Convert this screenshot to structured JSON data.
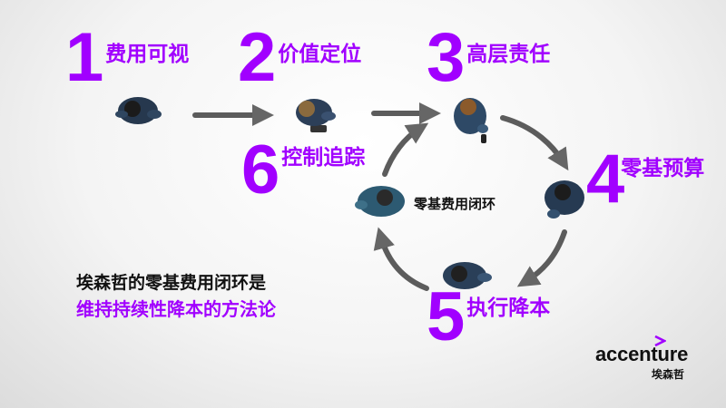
{
  "steps": [
    {
      "num": "1",
      "label": "费用可视"
    },
    {
      "num": "2",
      "label": "价值定位"
    },
    {
      "num": "3",
      "label": "高层责任"
    },
    {
      "num": "4",
      "label": "零基预算"
    },
    {
      "num": "5",
      "label": "执行降本"
    },
    {
      "num": "6",
      "label": "控制追踪"
    }
  ],
  "loop_label": "零基费用闭环",
  "tagline": {
    "line1": "埃森哲的零基费用闭环是",
    "line2": "维持持续性降本的方法论"
  },
  "brand": {
    "name": "accenture",
    "sub": "埃森哲"
  },
  "colors": {
    "accent": "#a100ff",
    "arrow": "#5a5a5a"
  }
}
